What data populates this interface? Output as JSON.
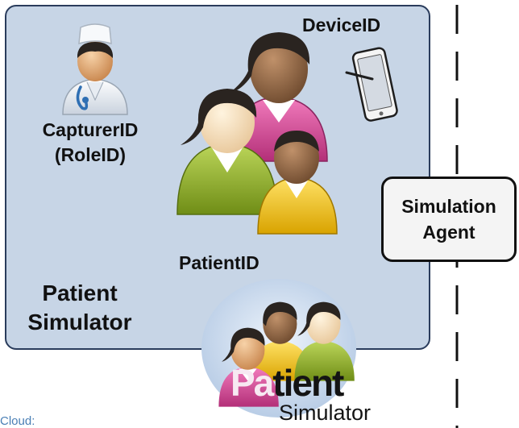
{
  "panel": {
    "title_lines": [
      "Patient",
      "Simulator"
    ],
    "background": "#c7d5e6",
    "border": "#2a3c5c"
  },
  "capturer": {
    "label_lines": [
      "CapturerID",
      "(RoleID)"
    ],
    "icon": "nurse-icon"
  },
  "device": {
    "label": "DeviceID",
    "icon": "tablet-device-icon"
  },
  "patients": {
    "label": "PatientID",
    "icon": "patient-group-icon",
    "colors": [
      "#d94f9a",
      "#9cba2e",
      "#f2c21e"
    ]
  },
  "agent": {
    "label_lines": [
      "Simulation",
      "Agent"
    ]
  },
  "logo": {
    "word1_part1": "Pa",
    "word1_part2": "tient",
    "word2": "Simulator",
    "icon": "patient-simulator-logo-icon"
  },
  "footer": {
    "text": "Cloud:"
  }
}
